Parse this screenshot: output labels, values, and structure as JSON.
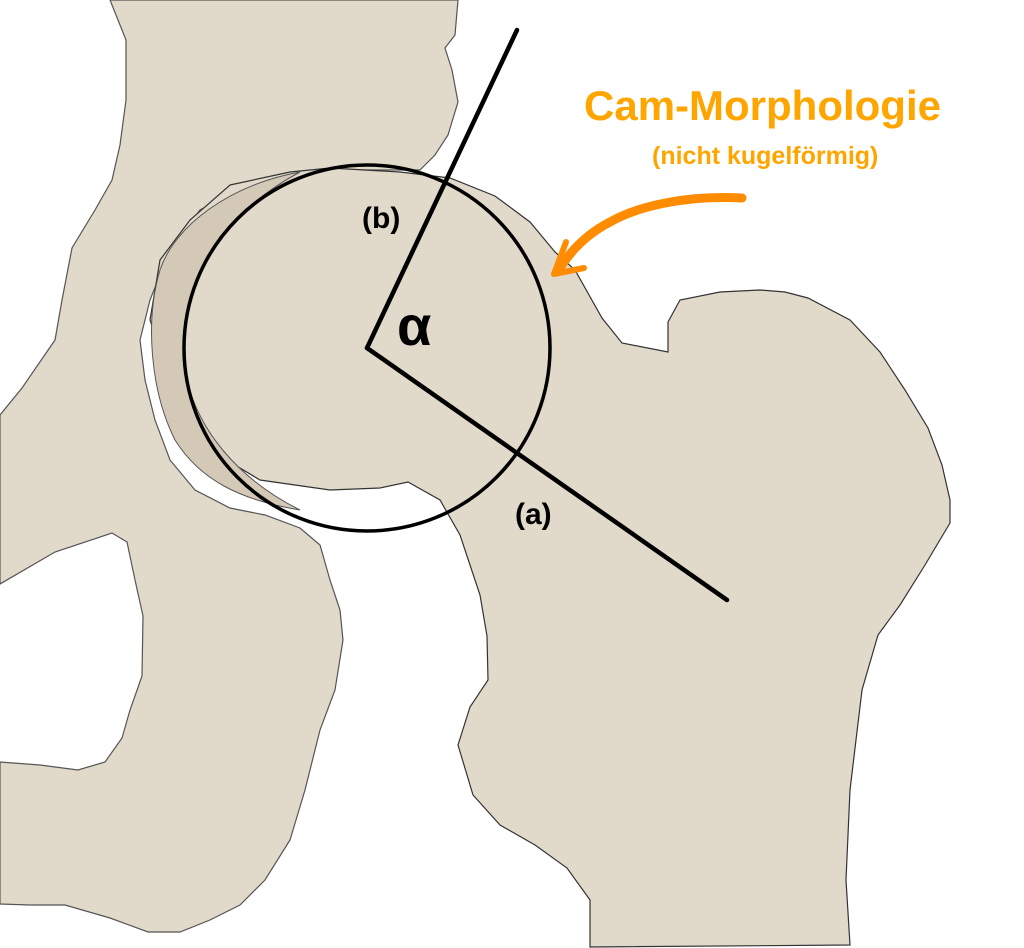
{
  "annotation": {
    "title": "Cam-Morphologie",
    "subtitle": "(nicht kugelförmig)",
    "color": "#FFA500",
    "arrow_color": "#FF8C00"
  },
  "labels": {
    "angle": "α",
    "line_a": "(a)",
    "line_b": "(b)"
  },
  "colors": {
    "bone_fill": "#E1D9C9",
    "bone_shadow": "#D4C9B7",
    "outline": "#555555",
    "lines": "#000000",
    "background": "#FFFFFF"
  }
}
